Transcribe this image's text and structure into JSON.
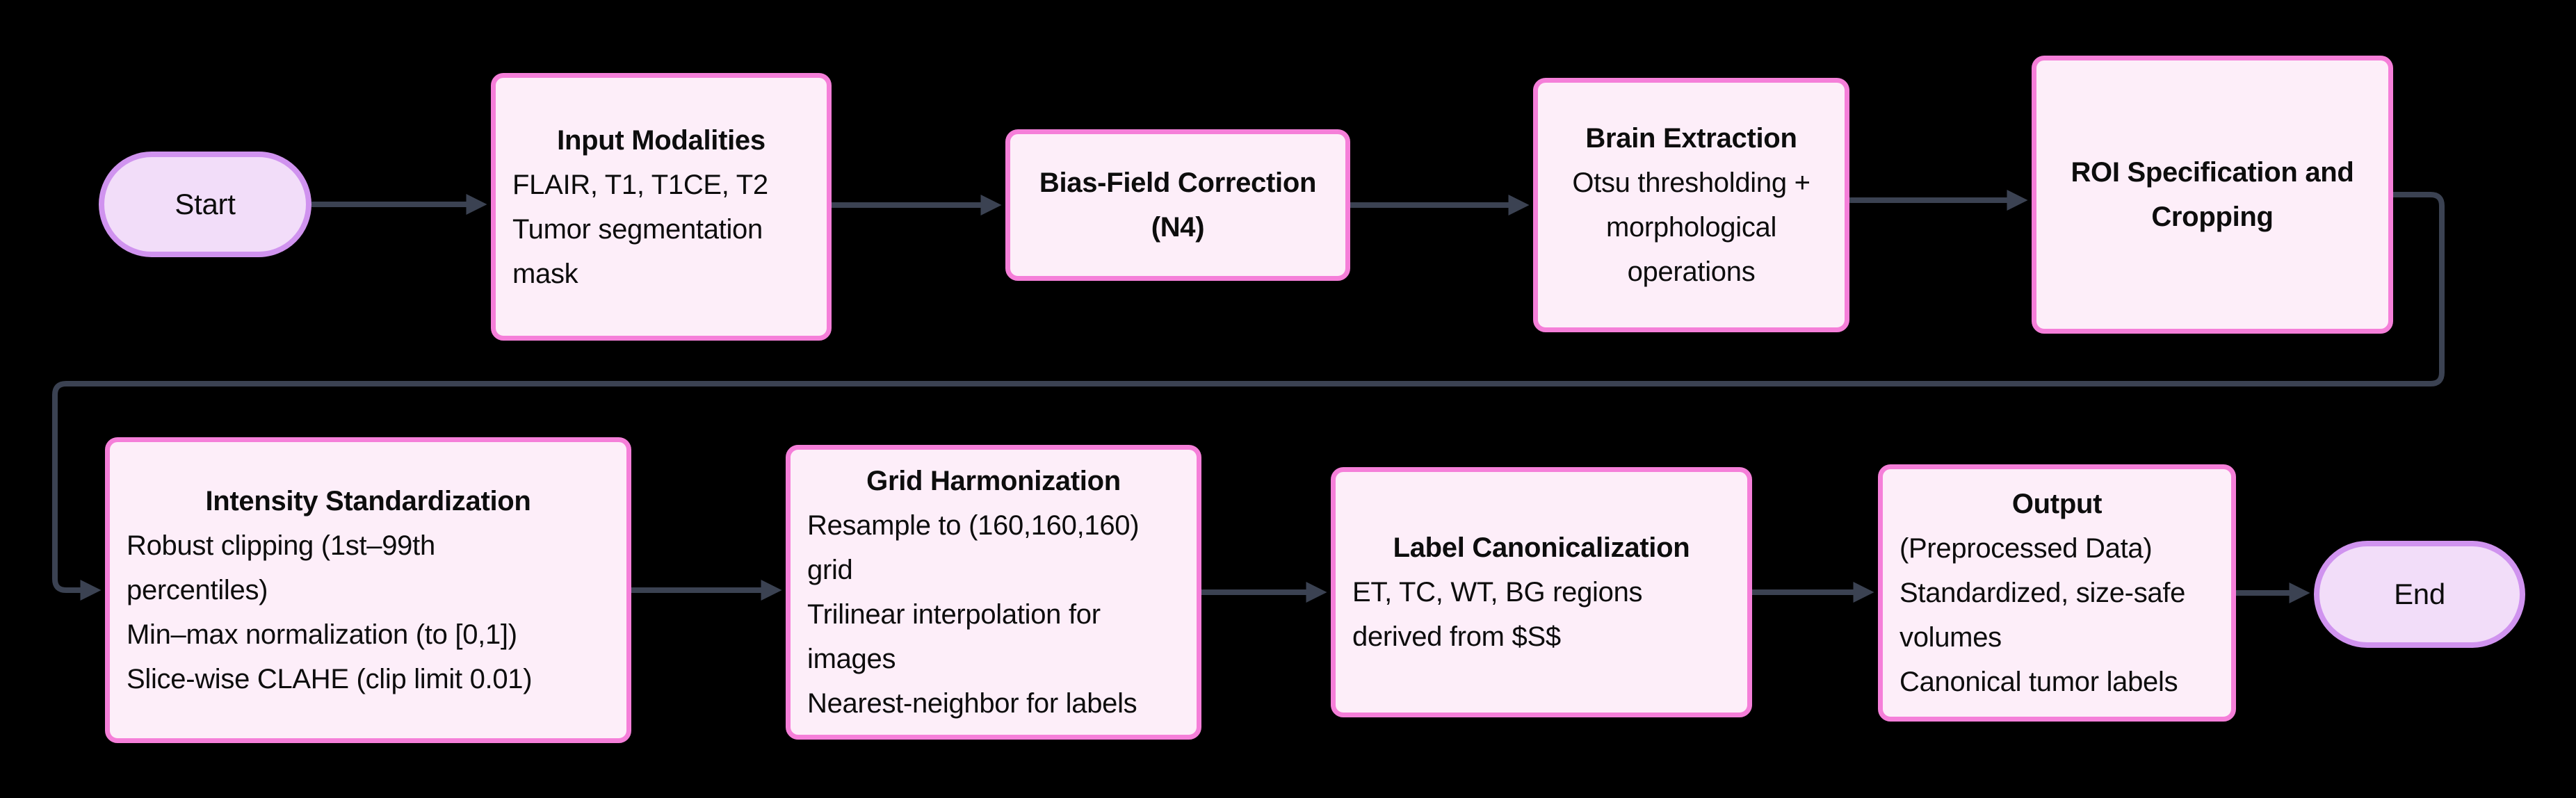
{
  "diagram": {
    "background_color": "#000000",
    "arrow_color": "#3b4252",
    "text_color": "#0d0d0d",
    "terminal_style": {
      "fill": "#f2ddf9",
      "stroke": "#d093ef"
    },
    "process_style": {
      "fill": "#fdeef9",
      "stroke": "#f57fd9"
    },
    "nodes": {
      "start": {
        "label": "Start"
      },
      "input": {
        "title": "Input Modalities",
        "body": [
          "FLAIR, T1, T1CE, T2",
          "Tumor segmentation",
          "mask"
        ]
      },
      "bias": {
        "title_lines": [
          "Bias-Field Correction",
          "(N4)"
        ]
      },
      "brain": {
        "title": "Brain Extraction",
        "body": [
          "Otsu thresholding +",
          "morphological",
          "operations"
        ]
      },
      "roi": {
        "title_lines": [
          "ROI Specification and",
          "Cropping"
        ]
      },
      "intensity": {
        "title": "Intensity Standardization",
        "body": [
          "Robust clipping (1st–99th",
          "percentiles)",
          "Min–max normalization (to [0,1])",
          "Slice-wise CLAHE (clip limit 0.01)"
        ]
      },
      "grid": {
        "title": "Grid Harmonization",
        "body": [
          "Resample to (160,160,160)",
          "grid",
          "Trilinear interpolation for",
          "images",
          "Nearest-neighbor for labels"
        ]
      },
      "label": {
        "title": "Label Canonicalization",
        "body": [
          "ET, TC, WT, BG regions",
          "derived from $S$"
        ]
      },
      "output": {
        "title": "Output",
        "body": [
          "(Preprocessed Data)",
          "Standardized, size-safe",
          "volumes",
          "Canonical tumor labels"
        ]
      },
      "end": {
        "label": "End"
      }
    },
    "edges": [
      {
        "from": "Start",
        "to": "Input Modalities"
      },
      {
        "from": "Input Modalities",
        "to": "Bias-Field Correction (N4)"
      },
      {
        "from": "Bias-Field Correction (N4)",
        "to": "Brain Extraction"
      },
      {
        "from": "Brain Extraction",
        "to": "ROI Specification and Cropping"
      },
      {
        "from": "ROI Specification and Cropping",
        "to": "Intensity Standardization"
      },
      {
        "from": "Intensity Standardization",
        "to": "Grid Harmonization"
      },
      {
        "from": "Grid Harmonization",
        "to": "Label Canonicalization"
      },
      {
        "from": "Label Canonicalization",
        "to": "Output"
      },
      {
        "from": "Output",
        "to": "End"
      }
    ]
  }
}
